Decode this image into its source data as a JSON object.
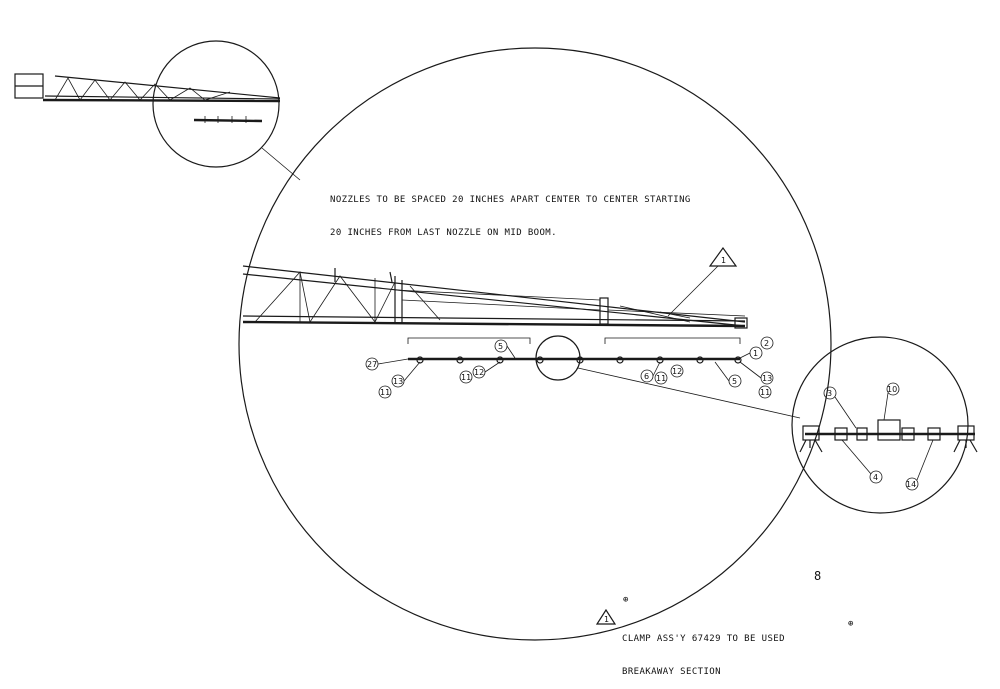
{
  "notes": {
    "nozzle_spacing_line1": "NOZZLES TO BE SPACED 20 INCHES APART CENTER TO CENTER STARTING",
    "nozzle_spacing_line2": "20 INCHES FROM LAST NOZZLE ON MID BOOM.",
    "clamp_line1": "CLAMP ASS'Y 67429 TO BE USED",
    "clamp_line2": "BREAKAWAY SECTION",
    "warning_symbol_label": "1"
  },
  "callouts": {
    "main_view": [
      "1",
      "2",
      "27",
      "5",
      "13",
      "11",
      "11",
      "12",
      "6",
      "11",
      "12",
      "5",
      "13",
      "11"
    ],
    "detail_view": [
      "3",
      "10",
      "4",
      "14"
    ],
    "triangle_flag": "1"
  },
  "stray_marks": {
    "mark_a": "8",
    "mark_b": "⊕",
    "mark_c": "⊕"
  }
}
